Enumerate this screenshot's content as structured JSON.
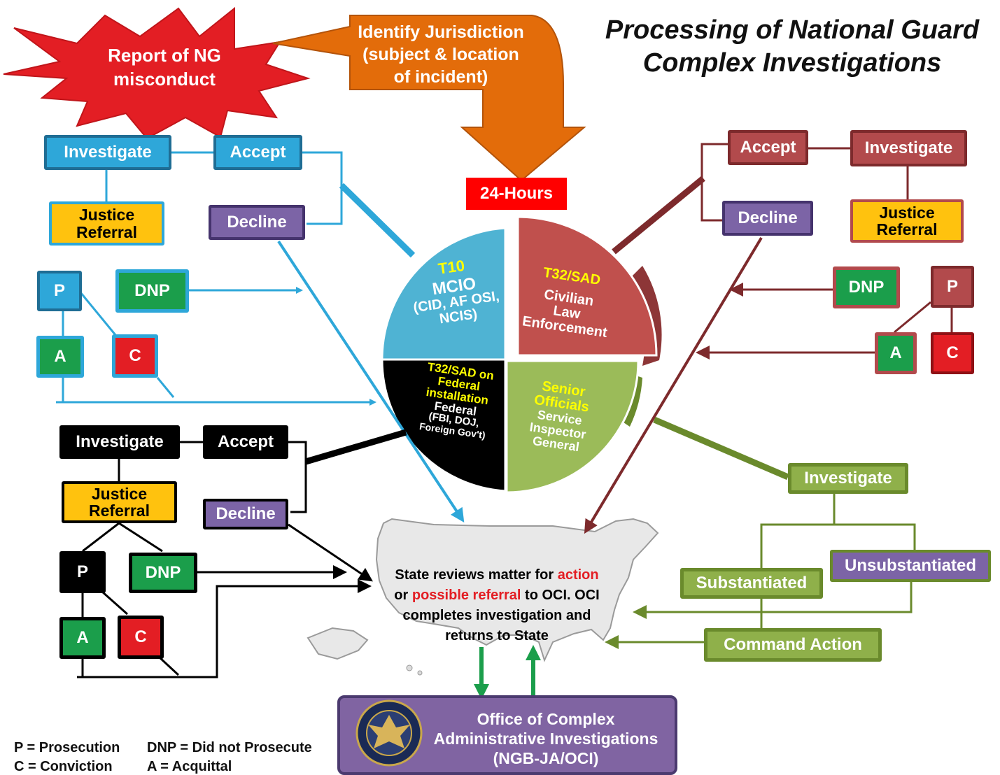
{
  "title": {
    "line1": "Processing of National Guard",
    "line2": "Complex Investigations"
  },
  "start": {
    "report_line1": "Report of NG",
    "report_line2": "misconduct",
    "jurisdiction_line1": "Identify Jurisdiction",
    "jurisdiction_line2": "(subject & location",
    "jurisdiction_line3": "of incident)",
    "hours": "24-Hours"
  },
  "pie": {
    "t10": {
      "heading": "T10",
      "line1": "MCIO",
      "line2": "(CID, AF OSI,",
      "line3": "NCIS)"
    },
    "t32": {
      "heading": "T32/SAD",
      "line1": "Civilian",
      "line2": "Law",
      "line3": "Enforcement"
    },
    "federal": {
      "heading1": "T32/SAD on",
      "heading2": "Federal",
      "heading3": "installation",
      "line1": "Federal",
      "line2": "(FBI, DOJ,",
      "line3": "Foreign Gov't)"
    },
    "senior": {
      "heading1": "Senior",
      "heading2": "Officials",
      "line1": "Service",
      "line2": "Inspector",
      "line3": "General"
    }
  },
  "blue_branch": {
    "investigate": "Investigate",
    "accept": "Accept",
    "justice_line1": "Justice",
    "justice_line2": "Referral",
    "decline": "Decline",
    "p": "P",
    "dnp": "DNP",
    "a": "A",
    "c": "C"
  },
  "red_branch": {
    "accept": "Accept",
    "investigate": "Investigate",
    "decline": "Decline",
    "justice_line1": "Justice",
    "justice_line2": "Referral",
    "dnp": "DNP",
    "p": "P",
    "a": "A",
    "c": "C"
  },
  "black_branch": {
    "investigate": "Investigate",
    "accept": "Accept",
    "justice_line1": "Justice",
    "justice_line2": "Referral",
    "decline": "Decline",
    "p": "P",
    "dnp": "DNP",
    "a": "A",
    "c": "C"
  },
  "green_branch": {
    "investigate": "Investigate",
    "unsubstantiated": "Unsubstantiated",
    "substantiated": "Substantiated",
    "command_action": "Command Action"
  },
  "state": {
    "part1": "State reviews matter for ",
    "action": "action",
    "part2": "or ",
    "possible_referral": "possible referral",
    "part3": " to OCI. OCI",
    "line3": "completes investigation and",
    "line4": "returns to State"
  },
  "oci": {
    "line1": "Office of Complex",
    "line2": "Administrative Investigations",
    "line3": "(NGB-JA/OCI)"
  },
  "legend": {
    "p": "P = Prosecution",
    "dnp": "DNP = Did not Prosecute",
    "c": "C = Conviction",
    "a": "A = Acquittal"
  },
  "colors": {
    "blue": "#2ea7d9",
    "maroon": "#b24a4c",
    "black": "#000000",
    "olive": "#8fb04a",
    "orange": "#e36c0a",
    "red": "#e31e24",
    "purple": "#7c64a6",
    "yellow": "#ffc20e",
    "green": "#1b9e4b"
  }
}
